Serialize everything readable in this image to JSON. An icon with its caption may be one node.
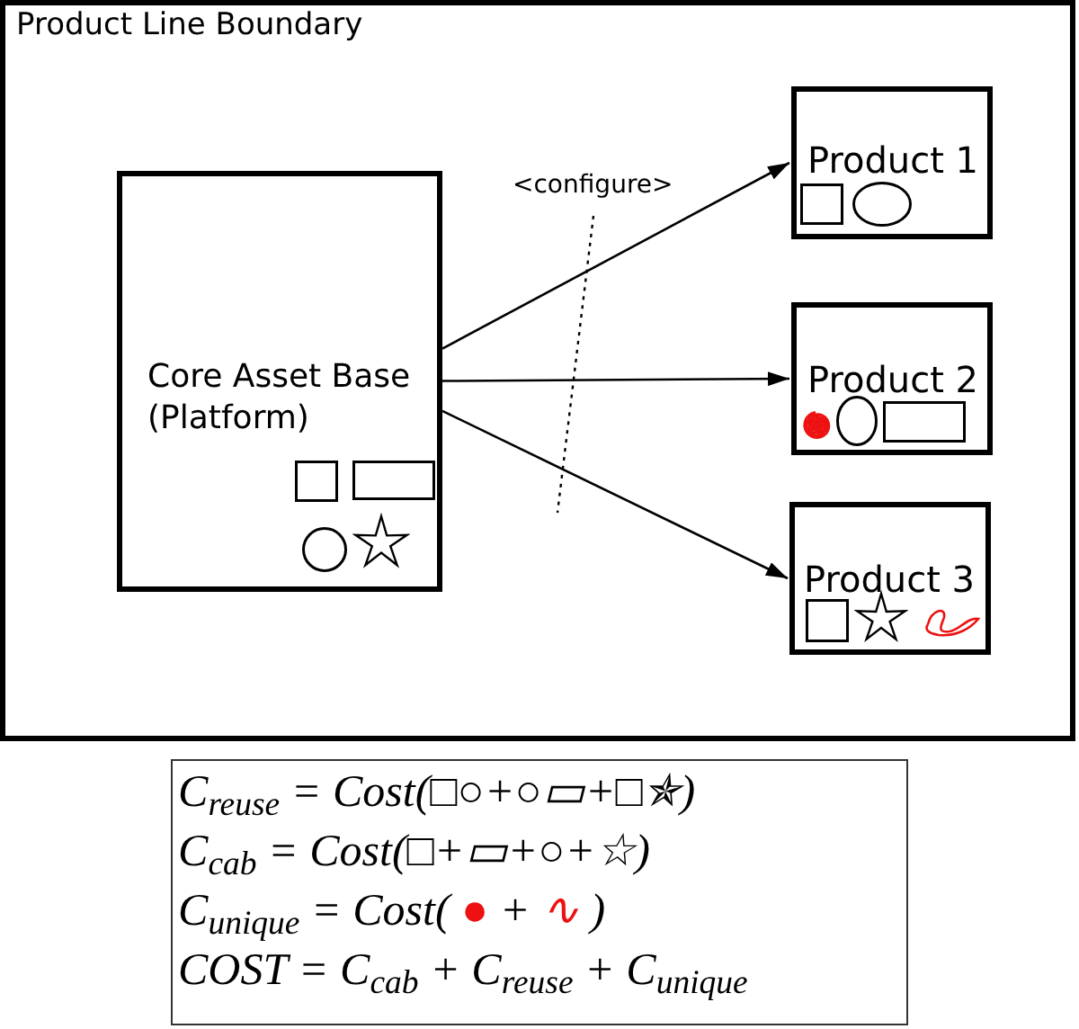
{
  "diagram": {
    "nodes": [
      {
        "text": [
          "Product Line Boundary"
        ]
      },
      {
        "text": [
          "Core Asset Base (Platform)"
        ],
        "in": 0
      },
      {
        "text": [
          "Product 1"
        ],
        "in": 0
      },
      {
        "text": [
          "Product 2"
        ],
        "in": 0
      },
      {
        "text": [
          "Product 3"
        ],
        "in": 0
      },
      {
        "text": [
          "C$_{reuse}$ = Cost(□○+○▭+□✯)",
          "C$_{cab}$ = Cost(□+▭+○+☆)",
          "C$_{unique}$ = Cost( ● + ∿ )",
          "COST = C$_{cab}$ + C$_{reuse}$ + C$_{unique}$"
        ]
      }
    ],
    "edges": [
      {
        "from": 1,
        "to": 2,
        "arrow": "to"
      },
      {
        "from": 1,
        "to": 3,
        "arrow": "to"
      },
      {
        "from": 1,
        "to": 4,
        "arrow": "to"
      }
    ],
    "labels": [
      "<configure>"
    ]
  }
}
